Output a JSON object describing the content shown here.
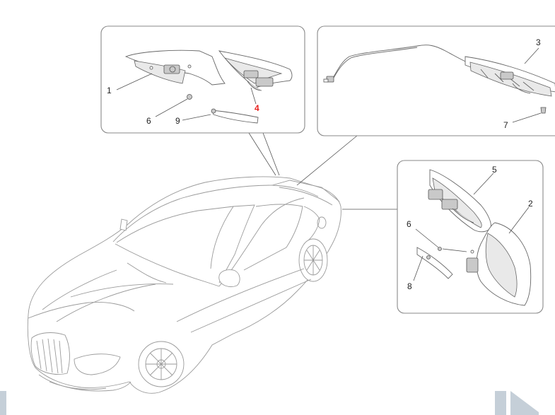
{
  "callouts": {
    "top_left": [
      {
        "id": "c1",
        "label": "1",
        "highlight": false
      },
      {
        "id": "c4",
        "label": "4",
        "highlight": true
      },
      {
        "id": "c6a",
        "label": "6",
        "highlight": false
      },
      {
        "id": "c9",
        "label": "9",
        "highlight": false
      }
    ],
    "top_right": [
      {
        "id": "c3",
        "label": "3",
        "highlight": false
      },
      {
        "id": "c7",
        "label": "7",
        "highlight": false
      }
    ],
    "right": [
      {
        "id": "c5",
        "label": "5",
        "highlight": false
      },
      {
        "id": "c2",
        "label": "2",
        "highlight": false
      },
      {
        "id": "c6b",
        "label": "6",
        "highlight": false
      },
      {
        "id": "c8",
        "label": "8",
        "highlight": false
      }
    ]
  },
  "colors": {
    "highlight": "#e8201c",
    "nav_arrow": "#c5cfd8"
  },
  "icons": {
    "prev": "previous-arrow-icon",
    "next": "next-arrow-icon"
  }
}
